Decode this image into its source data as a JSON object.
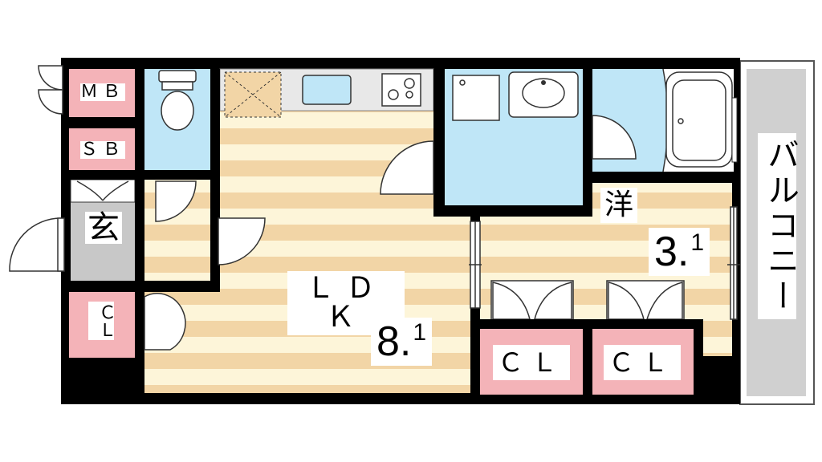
{
  "rooms": {
    "mb": "ＭＢ",
    "sb": "ＳＢ",
    "entrance": "玄",
    "cl_small": "ＣＬ",
    "ldk": "ＬＤＫ",
    "ldk_size_int": "8.",
    "ldk_size_dec": "1",
    "western": "洋",
    "western_size_int": "3.",
    "western_size_dec": "1",
    "cl_left": "ＣＬ",
    "cl_right": "ＣＬ",
    "balcony": "バルコニー"
  },
  "colors": {
    "wall": "#000000",
    "floor_stripe_a": "#f2d5a6",
    "floor_stripe_b": "#fdf5d9",
    "wet_area": "#bfe6f7",
    "storage": "#f4b3b8",
    "entrance": "#c8c8c8",
    "balcony": "#d0d0d0",
    "kitchen_counter": "#e8e8e8"
  }
}
